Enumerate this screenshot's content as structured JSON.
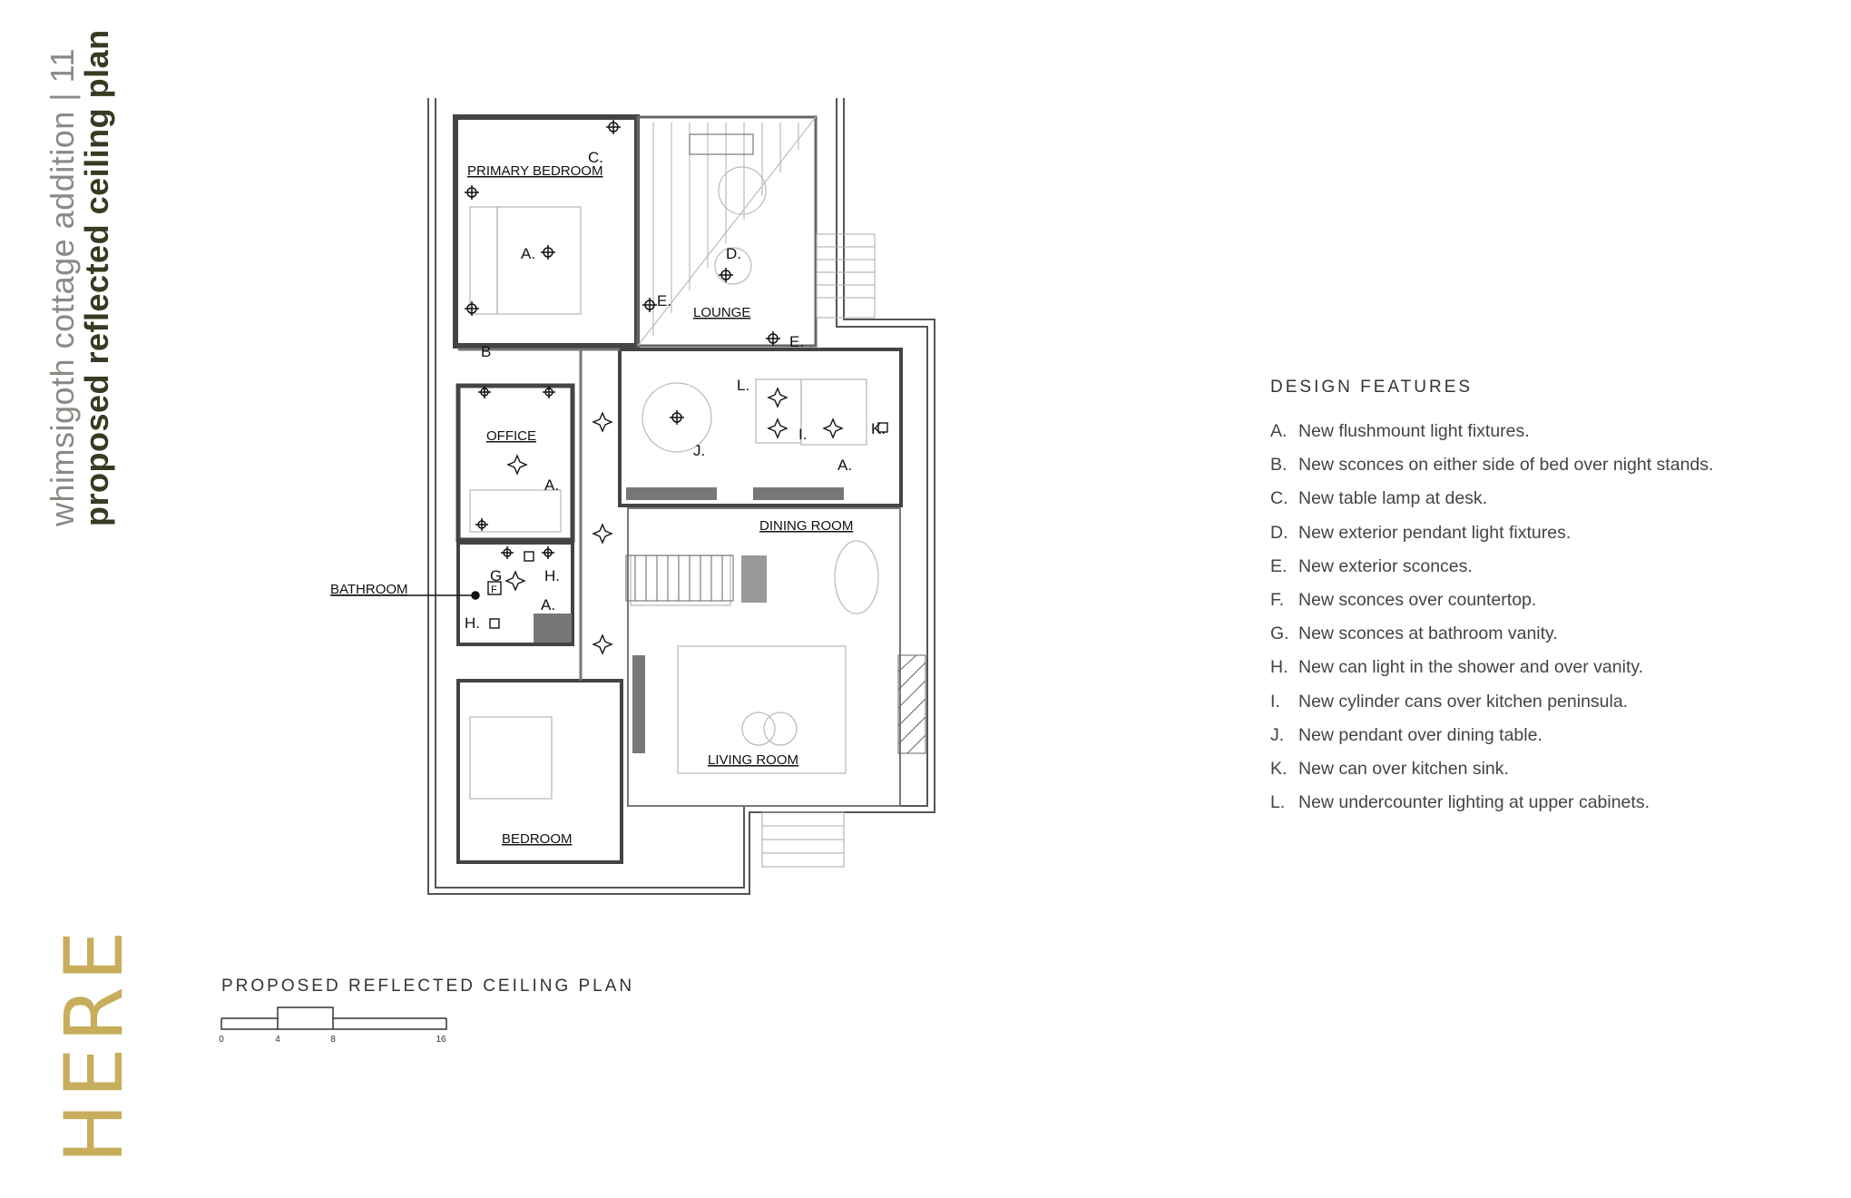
{
  "sidebar": {
    "title_line1": "whimsigoth cottage addition | 11",
    "title_line2": "proposed reflected ceiling plan",
    "logo_text": "HERE",
    "logo_color": "#c8ae5c"
  },
  "plan": {
    "rooms": {
      "primary_bedroom": "PRIMARY BEDROOM",
      "lounge": "LOUNGE",
      "office": "OFFICE",
      "bathroom": "BATHROOM",
      "dining_room": "DINING ROOM",
      "living_room": "LIVING ROOM",
      "bedroom": "BEDROOM"
    },
    "marks": {
      "a_bed": "A.",
      "c": "C.",
      "d": "D.",
      "e_lounge": "E.",
      "e_deck": "E.",
      "b": "B",
      "l": "L.",
      "i": "I.",
      "k": "K.",
      "a_kitchen": "A.",
      "j": "J.",
      "a_office": "A.",
      "g": "G",
      "h1": "H.",
      "h2": "H.",
      "a_bath": "A.",
      "f": "F"
    }
  },
  "plan_caption": "PROPOSED REFLECTED CEILING PLAN",
  "scale_bar": {
    "labels": [
      "0",
      "4",
      "8",
      "16"
    ]
  },
  "design_features": {
    "heading": "DESIGN FEATURES",
    "items": [
      {
        "letter": "A.",
        "text": "New flushmount light fixtures."
      },
      {
        "letter": "B.",
        "text": "New sconces on either side of bed over night stands."
      },
      {
        "letter": "C.",
        "text": "New table lamp at desk."
      },
      {
        "letter": "D.",
        "text": "New exterior pendant light fixtures."
      },
      {
        "letter": "E.",
        "text": "New exterior sconces."
      },
      {
        "letter": "F.",
        "text": "New sconces over countertop."
      },
      {
        "letter": "G.",
        "text": "New sconces at bathroom vanity."
      },
      {
        "letter": "H.",
        "text": "New can light in the shower and over vanity."
      },
      {
        "letter": "I.",
        "text": "New cylinder cans over kitchen peninsula."
      },
      {
        "letter": "J.",
        "text": "New pendant over dining table."
      },
      {
        "letter": "K.",
        "text": "New can over kitchen sink."
      },
      {
        "letter": "L.",
        "text": "New undercounter lighting at upper cabinets."
      }
    ]
  }
}
